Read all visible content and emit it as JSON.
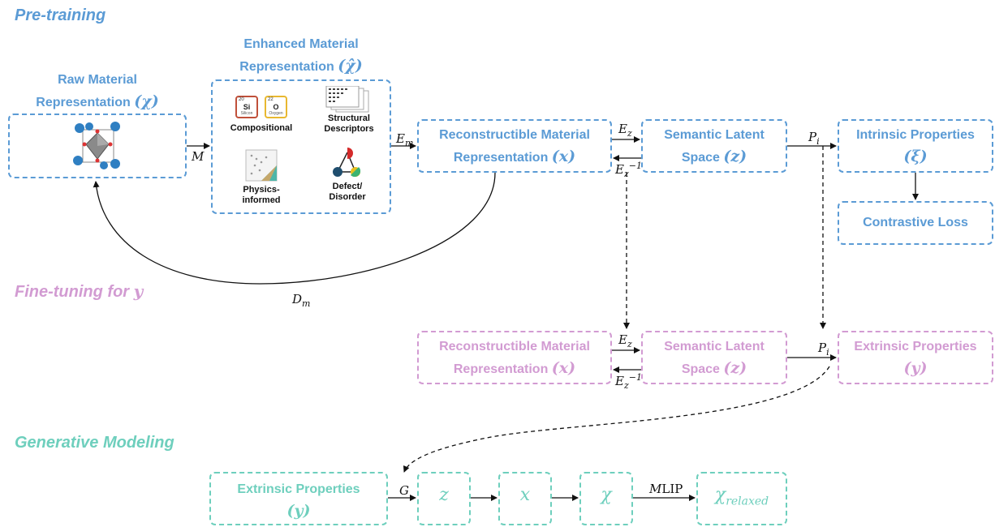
{
  "sections": {
    "pretraining": "Pre-training",
    "finetuning": "Fine-tuning for y",
    "generative": "Generative Modeling"
  },
  "pretraining": {
    "raw": {
      "line1": "Raw Material",
      "line2": "Representation",
      "symbol": "(χ)"
    },
    "enhanced": {
      "line1": "Enhanced Material",
      "line2": "Representation",
      "symbol": "(χ̂)",
      "items": {
        "compositional": "Compositional",
        "structural_1": "Structural",
        "structural_2": "Descriptors",
        "physics_1": "Physics-",
        "physics_2": "informed",
        "defect_1": "Defect/",
        "defect_2": "Disorder"
      },
      "tiles": [
        {
          "number": "20",
          "symbol": "Si",
          "name": "Silicon"
        },
        {
          "number": "22",
          "symbol": "O",
          "name": "Oxygen"
        }
      ]
    },
    "reconstructible": {
      "line1": "Reconstructible Material",
      "line2": "Representation",
      "symbol": "(x)"
    },
    "latent": {
      "line1": "Semantic Latent",
      "line2": "Space",
      "symbol": "(z)"
    },
    "intrinsic": {
      "line1": "Intrinsic Properties",
      "symbol": "(ξ)"
    },
    "contrastive": "Contrastive Loss"
  },
  "finetuning": {
    "reconstructible": {
      "line1": "Reconstructible Material",
      "line2": "Representation",
      "symbol": "(x)"
    },
    "latent": {
      "line1": "Semantic Latent",
      "line2": "Space",
      "symbol": "(z)"
    },
    "extrinsic": {
      "line1": "Extrinsic Properties",
      "symbol": "(y)"
    }
  },
  "generative": {
    "extrinsic": {
      "line1": "Extrinsic Properties",
      "symbol": "(y)"
    },
    "z": "z",
    "x": "x",
    "chi": "χ",
    "relaxed": "χrelaxed"
  },
  "labels": {
    "M": "M",
    "Em": "E",
    "Em_sub": "m",
    "Ez": "E",
    "Ez_sub": "z",
    "Ezinv": "E",
    "Ezinv_sub": "z",
    "Ezinv_sup": "−1",
    "Pi": "P",
    "Pi_sub": "i",
    "Dm": "D",
    "Dm_sub": "m",
    "G": "G",
    "MLIP_M": "M",
    "MLIP_rest": "LIP"
  },
  "colors": {
    "pretraining": "#5b9bd5",
    "finetuning": "#d29bd2",
    "generative": "#6ecfbd"
  }
}
